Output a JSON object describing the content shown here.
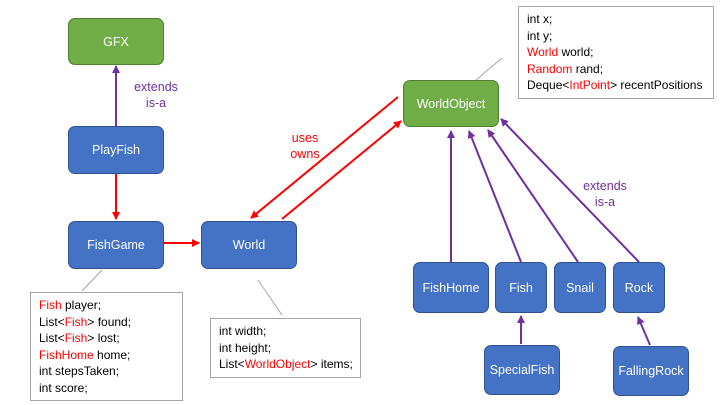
{
  "nodes": {
    "gfx": "GFX",
    "playfish": "PlayFish",
    "fishgame": "FishGame",
    "world": "World",
    "worldobject": "WorldObject",
    "fishhome": "FishHome",
    "fish": "Fish",
    "snail": "Snail",
    "rock": "Rock",
    "specialfish": "SpecialFish",
    "fallingrock": "FallingRock"
  },
  "labels": {
    "extends_left": [
      "extends",
      "is-a"
    ],
    "uses": [
      "uses",
      "owns"
    ],
    "extends_right": [
      "extends",
      "is-a"
    ]
  },
  "notes": {
    "worldobject": [
      [
        "int x;"
      ],
      [
        "int y;"
      ],
      [
        "World",
        " world;"
      ],
      [
        "Random",
        " rand;"
      ],
      [
        "Deque<",
        "IntPoint",
        "> recentPositions"
      ]
    ],
    "fishgame": [
      [
        "Fish",
        " player;"
      ],
      [
        "List<",
        "Fish",
        "> found;"
      ],
      [
        "List<",
        "Fish",
        "> lost;"
      ],
      [
        "FishHome",
        " home;"
      ],
      [
        "int stepsTaken;"
      ],
      [
        "int score;"
      ]
    ],
    "world": [
      [
        "int width;"
      ],
      [
        "int height;"
      ],
      [
        "List<",
        "WorldObject",
        "> items;"
      ]
    ]
  },
  "colors": {
    "class_fill": "#4472c4",
    "base_fill": "#70ad47",
    "inherit_arrow": "#7030a0",
    "assoc_arrow": "#ff0000",
    "type_highlight": "#ff0000"
  }
}
